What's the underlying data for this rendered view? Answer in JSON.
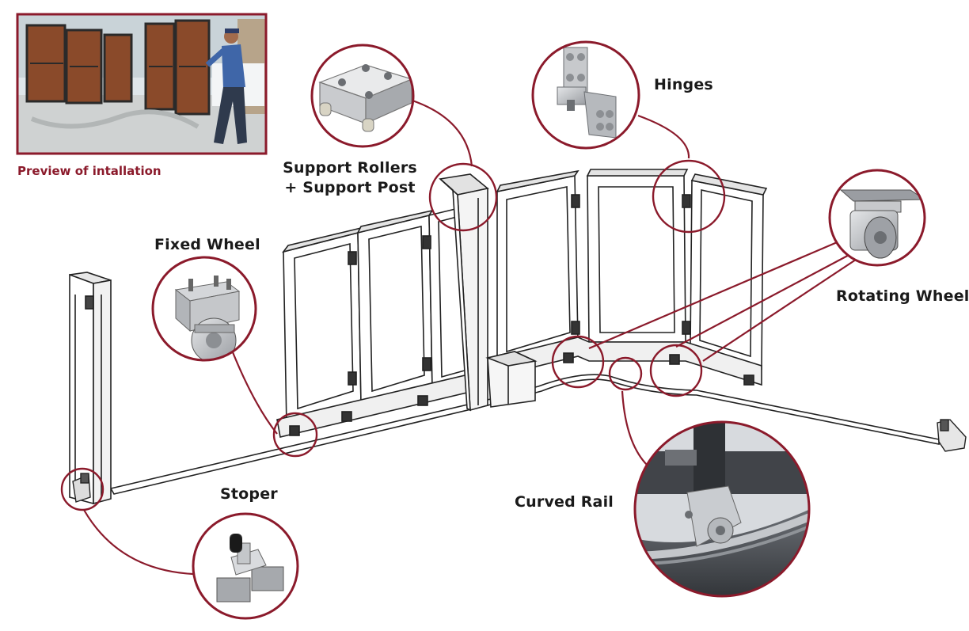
{
  "preview": {
    "caption": "Preview of intallation"
  },
  "labels": {
    "support_rollers_1": "Support Rollers",
    "support_rollers_2": "+ Support Post",
    "hinges": "Hinges",
    "fixed_wheel": "Fixed Wheel",
    "rotating_wheel": "Rotating Wheel",
    "stoper": "Stoper",
    "curved_rail": "Curved Rail"
  },
  "colors": {
    "accent": "#8b1a2b",
    "line": "#222222",
    "metal": "#b9bcc0",
    "dark_metal": "#4a4d52",
    "wood": "#8a4a2a"
  }
}
